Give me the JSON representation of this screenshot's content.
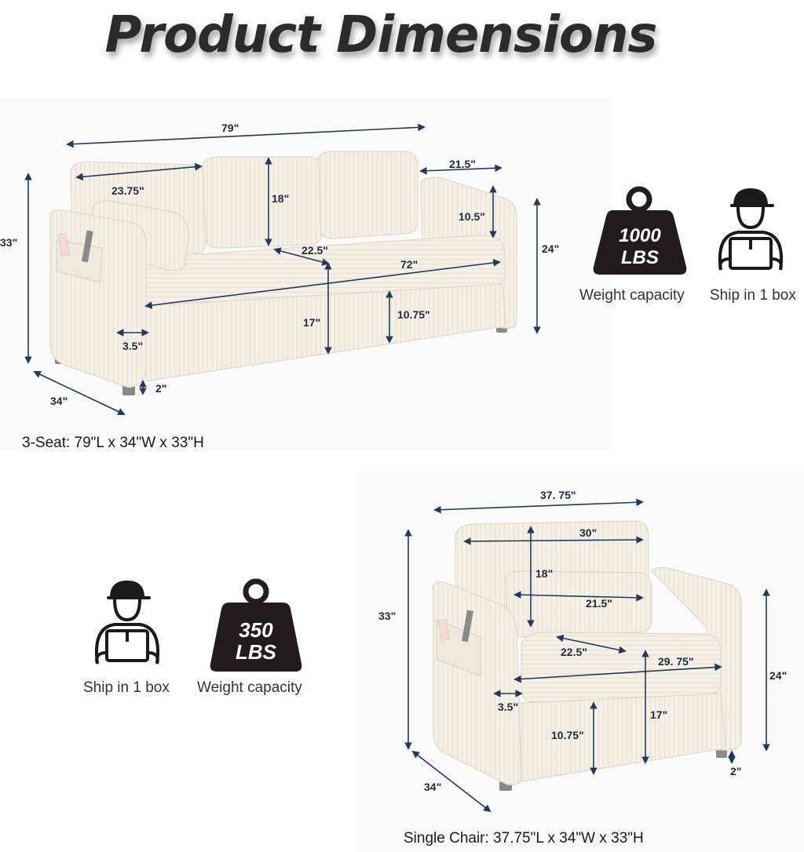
{
  "title": "Product Dimensions",
  "sofa": {
    "caption": "3-Seat: 79\"L x 34\"W x 33\"H",
    "dims": {
      "total_length": "79\"",
      "arm_width": "21.5\"",
      "back_cushion_width": "23.75\"",
      "back_cushion_height": "18\"",
      "arm_height": "10.5\"",
      "seat_depth": "22.5\"",
      "seat_width": "72\"",
      "total_height": "33\"",
      "arm_total_height": "24\"",
      "seat_height": "17\"",
      "seat_cushion_base": "10.75\"",
      "side_offset": "3.5\"",
      "leg_height": "2\"",
      "depth": "34\""
    }
  },
  "chair": {
    "caption": "Single Chair: 37.75\"L x 34\"W x 33\"H",
    "dims": {
      "total_length": "37. 75\"",
      "back_width": "30\"",
      "back_height": "18\"",
      "pillow_width": "21.5\"",
      "seat_depth": "22.5\"",
      "seat_width": "29. 75\"",
      "total_height": "33\"",
      "arm_total_height": "24\"",
      "seat_height": "17\"",
      "seat_cushion_base": "10.75\"",
      "side_offset": "3.5\"",
      "leg_height": "2\"",
      "depth": "34\""
    }
  },
  "badges": {
    "sofa_weight_value": "1000",
    "sofa_weight_unit": "LBS",
    "chair_weight_value": "350",
    "chair_weight_unit": "LBS",
    "weight_label": "Weight capacity",
    "ship_label": "Ship in 1 box"
  },
  "colors": {
    "dimension_line": "#1f3a5c",
    "weight_badge": "#231c1e",
    "upholstery": "#f3efe4"
  },
  "icons": [
    "weight-icon",
    "delivery-person-icon"
  ]
}
